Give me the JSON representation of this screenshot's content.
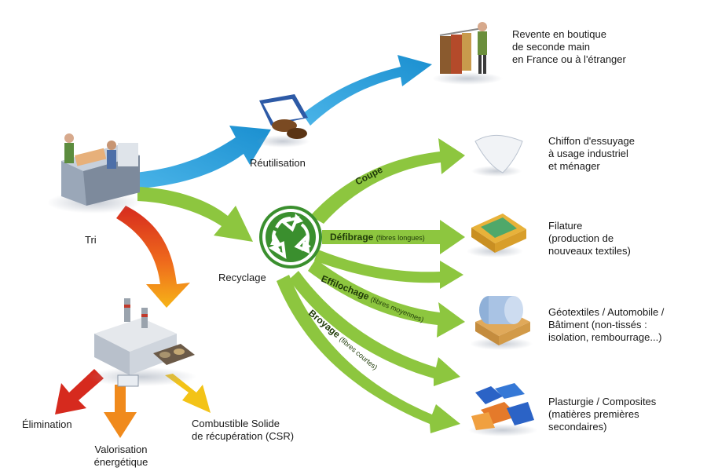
{
  "nodes": {
    "tri": "Tri",
    "reutilisation": "Réutilisation",
    "recyclage": "Recyclage",
    "revente": [
      "Revente en boutique",
      "de seconde main",
      "en France ou à l'étranger"
    ],
    "chiffon": [
      "Chiffon d'essuyage",
      "à usage industriel",
      "et ménager"
    ],
    "filature": [
      "Filature",
      "(production de",
      "nouveaux textiles)"
    ],
    "geotextiles": [
      "Géotextiles / Automobile /",
      "Bâtiment (non-tissés :",
      "isolation, rembourrage...)"
    ],
    "plasturgie": [
      "Plasturgie / Composites",
      "(matières premières",
      "secondaires)"
    ],
    "elimination": "Élimination",
    "valorisation": [
      "Valorisation",
      "énergétique"
    ],
    "csr": [
      "Combustible Solide",
      "de récupération (CSR)"
    ]
  },
  "processes": {
    "coupe": "Coupe",
    "defibrage": "Défibrage",
    "defibrage_sub": "(fibres longues)",
    "effilochage": "Effilochage",
    "effilochage_sub": "(fibres moyennes)",
    "broyage": "Broyage",
    "broyage_sub": "(fibres courtes)"
  },
  "colors": {
    "blue_arrow": "#1e9ad6",
    "green_arrow": "#8dc63f",
    "dark_green": "#3a8f2e",
    "heat_top": "#d62a1e",
    "heat_bottom": "#f5a21c",
    "yellow_arrow": "#f3c317"
  }
}
